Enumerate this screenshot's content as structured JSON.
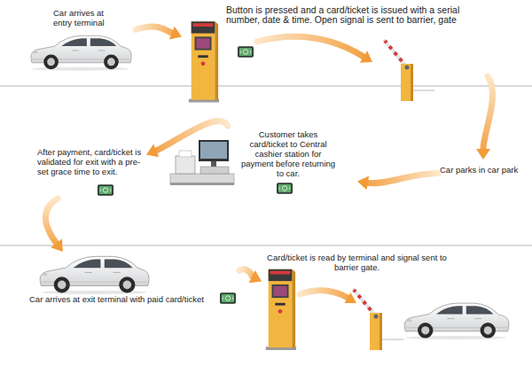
{
  "diagram": {
    "nodes": [
      {
        "text": [
          "Car arrives at entry terminal"
        ]
      },
      {
        "text": [
          "Button is pressed and a card/ticket is issued with a serial number, date & time. Open signal is sent to barrier, gate"
        ]
      },
      {
        "text": [
          "Car parks in car park"
        ]
      },
      {
        "text": [
          "Customer takes card/ticket to Central cashier station for payment before returning to car."
        ]
      },
      {
        "text": [
          "After payment, card/ticket is validated for exit with a pre-set grace time to exit."
        ]
      },
      {
        "text": [
          "Car arrives at exit terminal with paid card/ticket"
        ]
      },
      {
        "text": [
          "Card/ticket is read by terminal and signal sent to barrier gate."
        ]
      }
    ],
    "edges": [
      {
        "from": 0,
        "to": 1,
        "arrow": "to"
      },
      {
        "from": 1,
        "to": 2,
        "arrow": "to"
      },
      {
        "from": 2,
        "to": 3,
        "arrow": "to"
      },
      {
        "from": 3,
        "to": 4,
        "arrow": "to"
      },
      {
        "from": 4,
        "to": 5,
        "arrow": "to"
      },
      {
        "from": 5,
        "to": 6,
        "arrow": "to"
      }
    ]
  }
}
